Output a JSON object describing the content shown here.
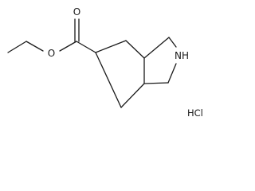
{
  "molecule": {
    "atoms": {
      "carbonyl_oxygen": "O",
      "ester_oxygen": "O",
      "amine": "NH"
    },
    "salt": "HCl"
  }
}
